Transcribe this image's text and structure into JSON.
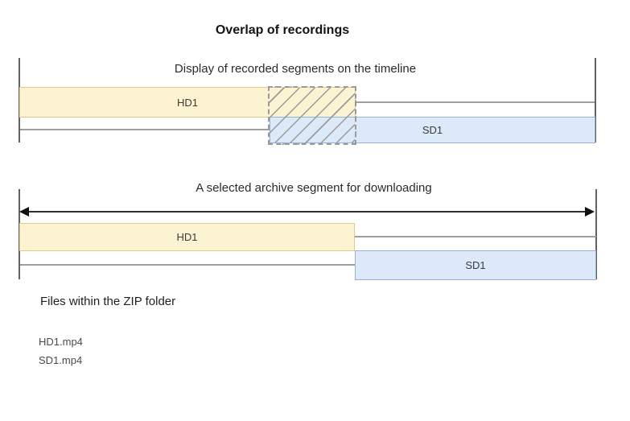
{
  "title": "Overlap of recordings",
  "colors": {
    "hd_fill": "#fcf3d3",
    "hd_border": "#e2c88a",
    "sd_fill": "#dce9f9",
    "sd_border": "#97b1d6",
    "track_line": "#9e9e9e",
    "boundary_line": "#616161",
    "hatch_line": "#9a9a9a",
    "arrow_color": "#2f2f2f"
  },
  "timeline_recorded": {
    "heading": "Display of recorded segments on the timeline",
    "hd_label": "HD1",
    "sd_label": "SD1"
  },
  "timeline_selected": {
    "heading": "A selected archive segment for downloading",
    "hd_label": "HD1",
    "sd_label": "SD1"
  },
  "zip": {
    "heading": "Files within the ZIP folder",
    "files": [
      "HD1.mp4",
      "SD1.mp4"
    ]
  }
}
